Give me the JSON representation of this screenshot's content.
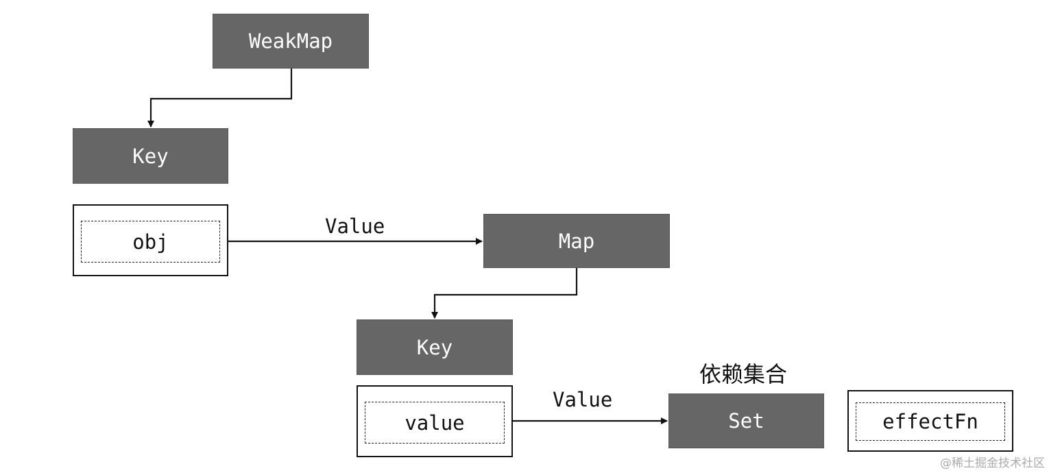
{
  "nodes": {
    "weakmap": "WeakMap",
    "key_top": "Key",
    "obj": "obj",
    "map": "Map",
    "key_mid": "Key",
    "value": "value",
    "set": "Set",
    "effectfn": "effectFn"
  },
  "edge_labels": {
    "obj_to_map": "Value",
    "value_to_set": "Value"
  },
  "set_caption": "依赖集合",
  "watermark": "@稀土掘金技术社区",
  "colors": {
    "box_fill": "#666666",
    "box_text": "#ffffff",
    "line": "#111111"
  }
}
